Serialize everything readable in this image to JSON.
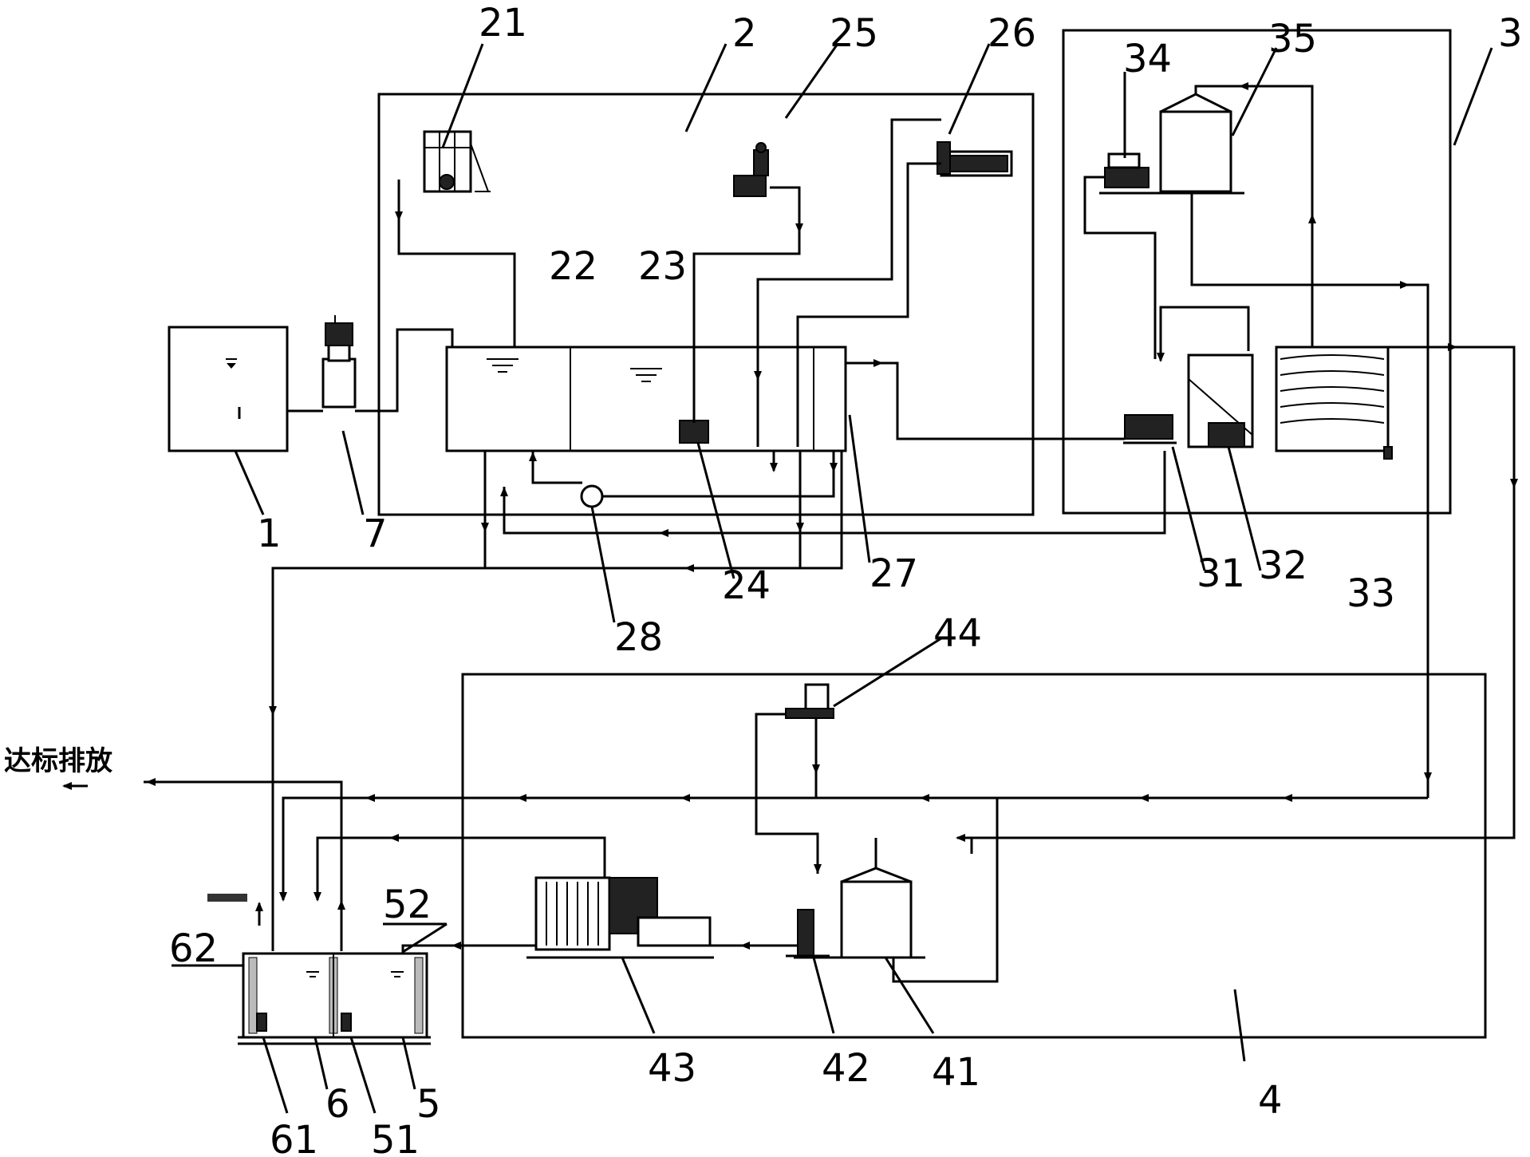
{
  "labels": {
    "n1": "1",
    "n2": "2",
    "n3": "3",
    "n4": "4",
    "n5": "5",
    "n6": "6",
    "n7": "7",
    "n21": "21",
    "n22": "22",
    "n23": "23",
    "n24": "24",
    "n25": "25",
    "n26": "26",
    "n27": "27",
    "n28": "28",
    "n31": "31",
    "n32": "32",
    "n33": "33",
    "n34": "34",
    "n35": "35",
    "n41": "41",
    "n42": "42",
    "n43": "43",
    "n44": "44",
    "n51": "51",
    "n52": "52",
    "n61": "61",
    "n62": "62"
  },
  "discharge_label": "达标排放"
}
